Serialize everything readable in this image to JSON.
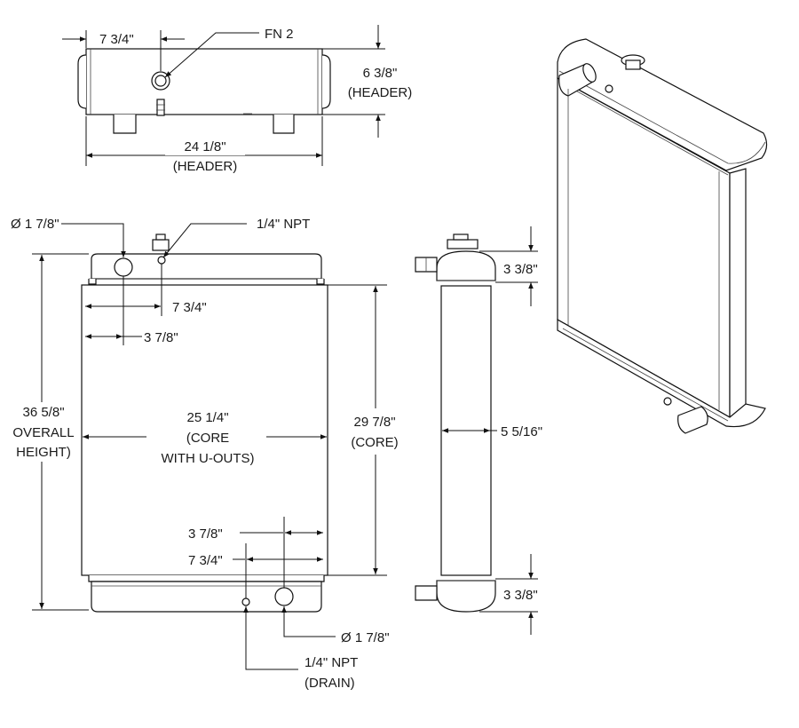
{
  "dimensions": {
    "top_offset": "7 3/4\"",
    "fn_callout": "FN 2",
    "header_height_value": "6 3/8\"",
    "header_height_note": "(HEADER)",
    "header_width_value": "24 1/8\"",
    "header_width_note": "(HEADER)",
    "inlet_diameter": "Ø 1 7/8\"",
    "npt_top": "1/4\" NPT",
    "front_offset_inner": "7 3/4\"",
    "front_offset_outer": "3 7/8\"",
    "overall_height_value": "36 5/8\"",
    "overall_height_note1": "OVERALL",
    "overall_height_note2": "HEIGHT)",
    "core_width_value": "25 1/4\"",
    "core_width_note1": "(CORE",
    "core_width_note2": "WITH U-OUTS)",
    "core_height_value": "29 7/8\"",
    "core_height_note": "(CORE)",
    "bottom_offset_outer": "3 7/8\"",
    "bottom_offset_inner": "7 3/4\"",
    "outlet_diameter": "Ø 1 7/8\"",
    "npt_drain": "1/4\" NPT",
    "npt_drain_note": "(DRAIN)",
    "side_tank_top": "3 3/8\"",
    "side_depth": "5 5/16\"",
    "side_tank_bottom": "3 3/8\""
  }
}
